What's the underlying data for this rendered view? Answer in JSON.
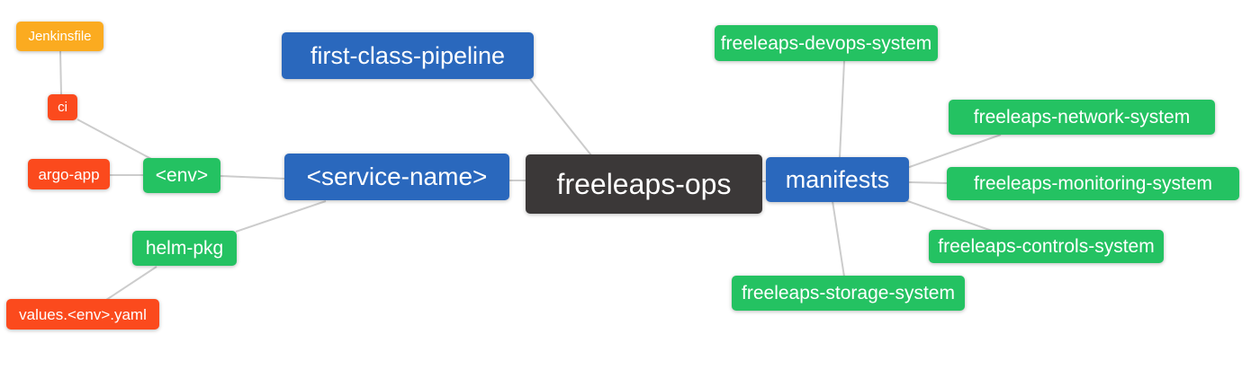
{
  "diagram": {
    "title": "freeleaps-ops mindmap",
    "root": "freeleaps-ops",
    "nodes": [
      {
        "id": "jenkinsfile",
        "label": "Jenkinsfile",
        "color": "orange"
      },
      {
        "id": "ci",
        "label": "ci",
        "color": "red"
      },
      {
        "id": "argo-app",
        "label": "argo-app",
        "color": "red"
      },
      {
        "id": "env",
        "label": "<env>",
        "color": "green"
      },
      {
        "id": "helm-pkg",
        "label": "helm-pkg",
        "color": "green"
      },
      {
        "id": "values-env-yaml",
        "label": "values.<env>.yaml",
        "color": "red"
      },
      {
        "id": "first-class-pipeline",
        "label": "first-class-pipeline",
        "color": "blue"
      },
      {
        "id": "service-name",
        "label": "<service-name>",
        "color": "blue"
      },
      {
        "id": "freeleaps-ops",
        "label": "freeleaps-ops",
        "color": "dark"
      },
      {
        "id": "manifests",
        "label": "manifests",
        "color": "blue"
      },
      {
        "id": "freeleaps-devops-system",
        "label": "freeleaps-devops-system",
        "color": "green"
      },
      {
        "id": "freeleaps-network-system",
        "label": "freeleaps-network-system",
        "color": "green"
      },
      {
        "id": "freeleaps-monitoring-system",
        "label": "freeleaps-monitoring-system",
        "color": "green"
      },
      {
        "id": "freeleaps-controls-system",
        "label": "freeleaps-controls-system",
        "color": "green"
      },
      {
        "id": "freeleaps-storage-system",
        "label": "freeleaps-storage-system",
        "color": "green"
      }
    ],
    "edges": [
      {
        "from": "jenkinsfile",
        "to": "ci"
      },
      {
        "from": "ci",
        "to": "env"
      },
      {
        "from": "argo-app",
        "to": "env"
      },
      {
        "from": "env",
        "to": "service-name"
      },
      {
        "from": "helm-pkg",
        "to": "service-name"
      },
      {
        "from": "values-env-yaml",
        "to": "helm-pkg"
      },
      {
        "from": "first-class-pipeline",
        "to": "freeleaps-ops"
      },
      {
        "from": "service-name",
        "to": "freeleaps-ops"
      },
      {
        "from": "freeleaps-ops",
        "to": "manifests"
      },
      {
        "from": "manifests",
        "to": "freeleaps-devops-system"
      },
      {
        "from": "manifests",
        "to": "freeleaps-network-system"
      },
      {
        "from": "manifests",
        "to": "freeleaps-monitoring-system"
      },
      {
        "from": "manifests",
        "to": "freeleaps-controls-system"
      },
      {
        "from": "manifests",
        "to": "freeleaps-storage-system"
      }
    ],
    "palette": {
      "blue": "#2a68bd",
      "green": "#24c262",
      "orange": "#fbab20",
      "red": "#fb4a1d",
      "dark": "#3b3838",
      "edge_line": "#cccccc",
      "node_text": "#ffffff",
      "background": "#ffffff"
    }
  }
}
